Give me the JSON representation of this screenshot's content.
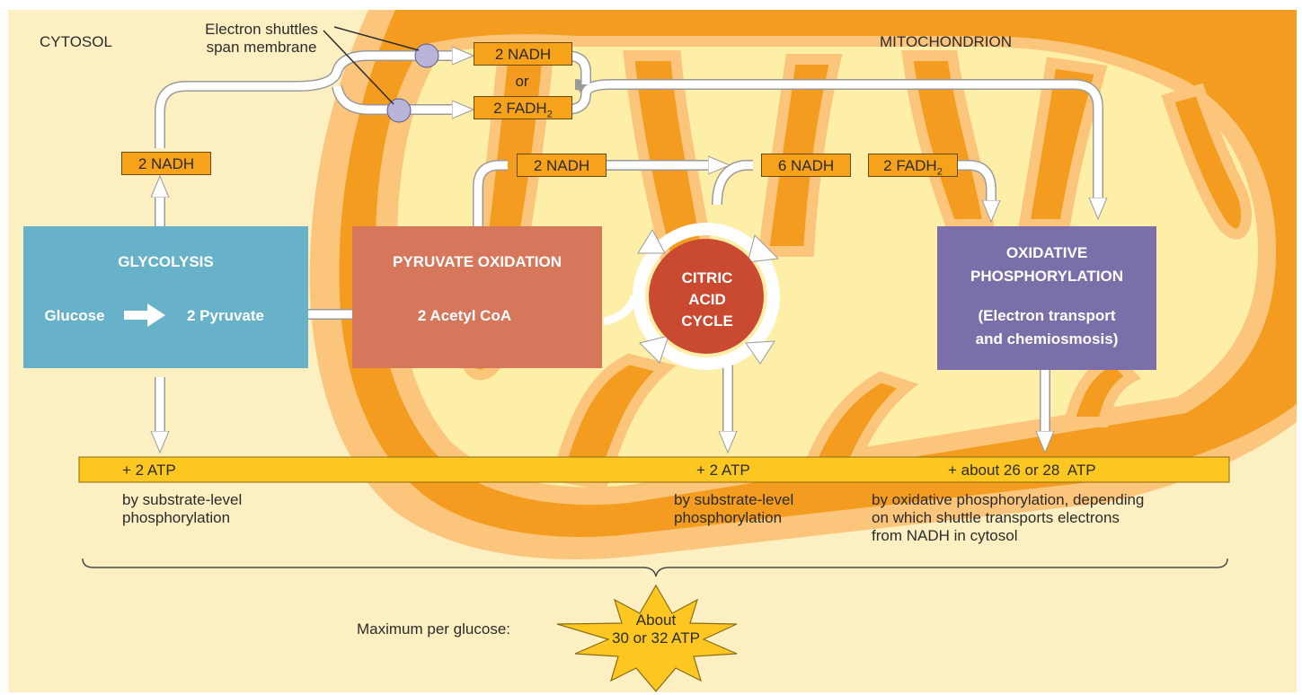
{
  "regions": {
    "cytosol": "CYTOSOL",
    "mitochondrion": "MITOCHONDRION"
  },
  "shuttle_note": {
    "line1": "Electron shuttles",
    "line2": "span membrane"
  },
  "carriers": {
    "shuttle_nadh": "2 NADH",
    "or": "or",
    "shuttle_fadh2_base": "2 FADH",
    "shuttle_fadh2_sub": "2",
    "glycolysis_nadh": "2 NADH",
    "pyruvate_nadh": "2 NADH",
    "cycle_nadh": "6 NADH",
    "cycle_fadh2_base": "2 FADH",
    "cycle_fadh2_sub": "2"
  },
  "processes": {
    "glycolysis": {
      "title": "GLYCOLYSIS",
      "input": "Glucose",
      "output": "2 Pyruvate"
    },
    "pyruvate_oxidation": {
      "title": "PYRUVATE OXIDATION",
      "output": "2 Acetyl CoA"
    },
    "citric_acid_cycle": {
      "line1": "CITRIC",
      "line2": "ACID",
      "line3": "CYCLE"
    },
    "oxidative_phosphorylation": {
      "line1": "OXIDATIVE",
      "line2": "PHOSPHORYLATION",
      "line3": "(Electron transport",
      "line4": "and chemiosmosis)"
    }
  },
  "atp_bar": {
    "glycolysis": "+ 2 ATP",
    "citric": "+ 2 ATP",
    "oxidative": "+ about 26 or 28  ATP"
  },
  "notes": {
    "substrate1": {
      "line1": "by substrate-level",
      "line2": "phosphorylation"
    },
    "substrate2": {
      "line1": "by substrate-level",
      "line2": "phosphorylation"
    },
    "oxidative": {
      "line1": "by oxidative phosphorylation, depending",
      "line2": "on which shuttle transports electrons",
      "line3": "from NADH in cytosol"
    }
  },
  "total": {
    "label": "Maximum per glucose:",
    "line1": "About",
    "line2": "30 or 32 ATP"
  },
  "colors": {
    "background": "#fcefc2",
    "membrane_outer": "#fbc67c",
    "membrane_inner": "#f39c1f",
    "matrix": "#fdeea8",
    "glycolysis": "#67b2c8",
    "pyruvate_oxidation": "#d6775c",
    "citric_acid_cycle": "#c94a30",
    "oxidative_phosphorylation": "#7a6fa8",
    "carrier_box": "#f6a21b",
    "atp_bar": "#fdc722",
    "shuttle": "#b7b3d9"
  }
}
